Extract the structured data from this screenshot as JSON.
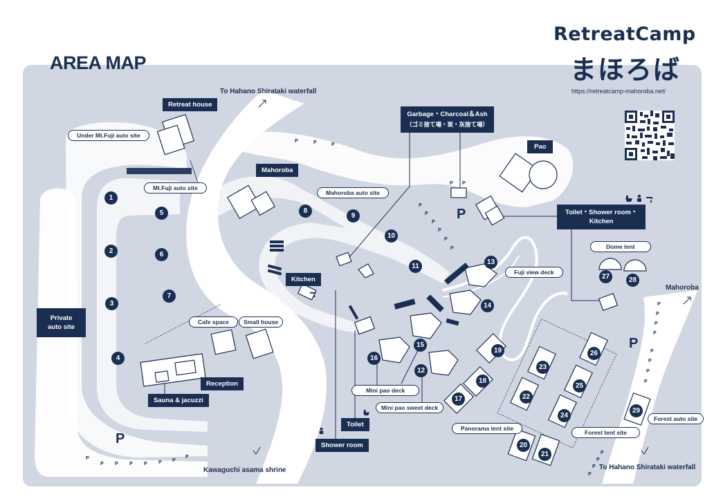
{
  "title": "AREA MAP",
  "logo": {
    "en": "RetreatCamp",
    "jp": "まほろば"
  },
  "url": "https://retreatcamp-mahoroba.net/",
  "colors": {
    "navy": "#1a2e52",
    "map_bg": "#d0d6e2",
    "road": "#ffffff"
  },
  "dark_labels": {
    "retreat_house": "Retreat house",
    "mahoroba": "Mahoroba",
    "garbage_1": "Garbage・Charcoal＆Ash",
    "garbage_2": "（ゴミ捨て場・炭・灰捨て場）",
    "pao": "Pao",
    "toilet_shower_1": "Toilet・Shower room・",
    "toilet_shower_2": "Kitchen",
    "private_1": "Private",
    "private_2": "auto site",
    "kitchen": "Kitchen",
    "reception": "Reception",
    "sauna": "Sauna & jacuzzi",
    "toilet": "Toilet",
    "shower_room": "Shower room"
  },
  "pill_labels": {
    "under_fuji": "Under Mt.Fuji auto site",
    "fuji_auto": "Mt.Fuji auto site",
    "mahoroba_auto": "Mahoroba auto site",
    "cafe": "Cafe space",
    "small_house": "Small house",
    "fuji_view": "Fuji view deck",
    "dome_tent": "Dome tent",
    "mini_pao_deck": "Mini pao deck",
    "mini_pao_sweet": "Mini pao sweet deck",
    "panorama": "Panorama tent site",
    "forest_tent": "Forest tent site",
    "forest_auto": "Forest auto site"
  },
  "plain_labels": {
    "to_hahano_top": "To Hahano Shirataki waterfall",
    "kawaguchi": "Kawaguchi asama shrine",
    "mahoroba_right": "Mahoroba",
    "to_hahano_bottom": "To Hahano Shirataki waterfall"
  },
  "site_numbers": [
    "1",
    "2",
    "3",
    "4",
    "5",
    "6",
    "7",
    "8",
    "9",
    "10",
    "11",
    "12",
    "13",
    "14",
    "15",
    "16",
    "17",
    "18",
    "19",
    "20",
    "21",
    "22",
    "23",
    "24",
    "25",
    "26",
    "27",
    "28",
    "29"
  ],
  "parking_big": "P",
  "parking_small": "P",
  "icon_names": [
    "qr-code-icon",
    "toilet-icon",
    "shower-icon",
    "faucet-icon"
  ]
}
